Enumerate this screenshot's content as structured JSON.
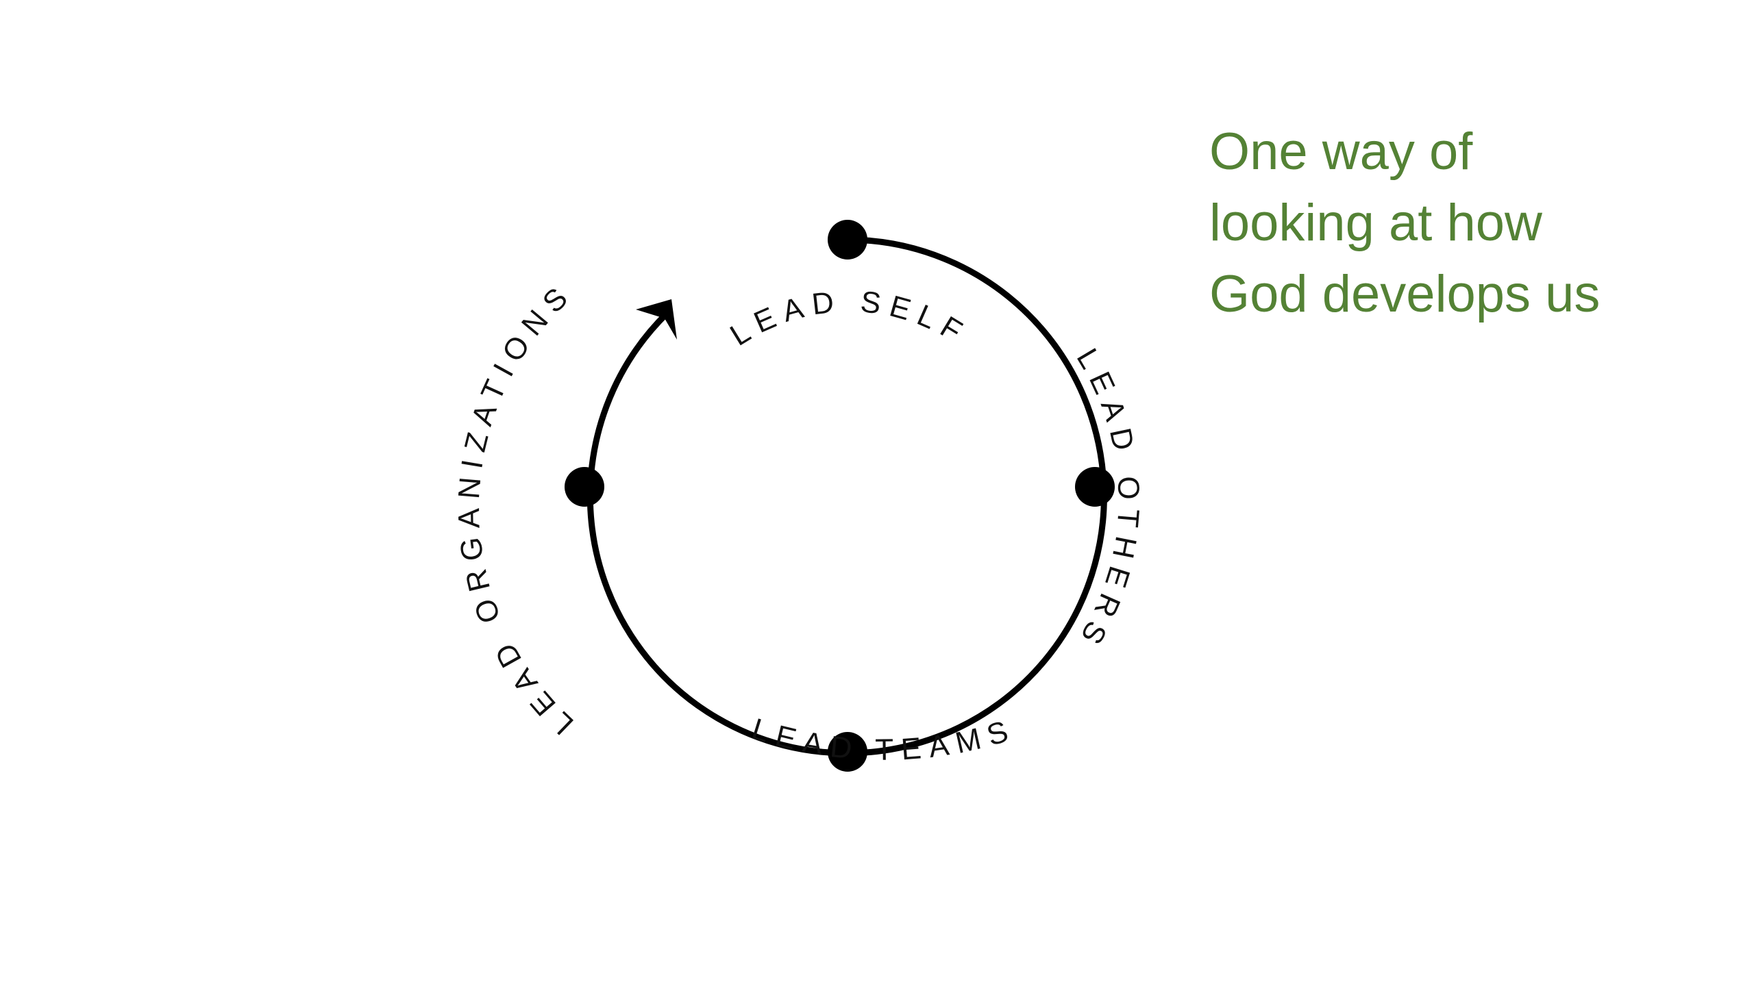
{
  "headline": {
    "lines": [
      "One way of",
      "looking at how",
      "God develops us"
    ],
    "color": "#548235"
  },
  "cycle": {
    "stages": [
      {
        "label": "LEAD SELF",
        "position": "top"
      },
      {
        "label": "LEAD OTHERS",
        "position": "right"
      },
      {
        "label": "LEAD TEAMS",
        "position": "bottom"
      },
      {
        "label": "LEAD ORGANIZATIONS",
        "position": "left"
      }
    ],
    "direction": "clockwise",
    "arrow": "arrow-head",
    "line_color": "#000000"
  }
}
